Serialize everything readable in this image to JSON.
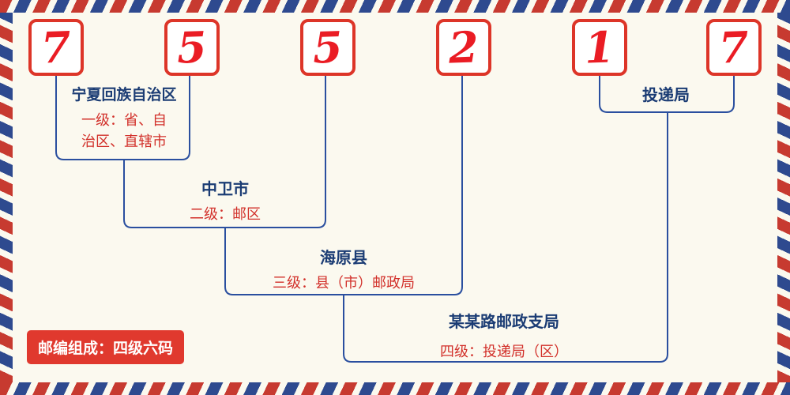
{
  "postal_code": {
    "digits": [
      "7",
      "5",
      "5",
      "2",
      "1",
      "7"
    ]
  },
  "annotations": {
    "level1": {
      "name": "宁夏回族自治区",
      "desc": "一级：省、自治区、直辖市"
    },
    "level2": {
      "name": "中卫市",
      "desc": "二级：邮区"
    },
    "level3": {
      "name": "海原县",
      "desc": "三级：县（市）邮政局"
    },
    "level4": {
      "name": "某某路邮政支局",
      "desc": "四级：投递局（区）"
    },
    "delivery": {
      "name": "投递局"
    }
  },
  "footer": {
    "composition_note": "邮编组成：四级六码"
  },
  "colors": {
    "digit_red": "#ea1c24",
    "box_border_red": "#dd3528",
    "line_blue": "#2a4f9f",
    "name_navy": "#1b3c74",
    "desc_red": "#d2302a",
    "badge_bg": "#e0392e",
    "background_cream": "#fbf9ef",
    "stripe_red": "#c73a30",
    "stripe_blue": "#2e4a8f"
  }
}
